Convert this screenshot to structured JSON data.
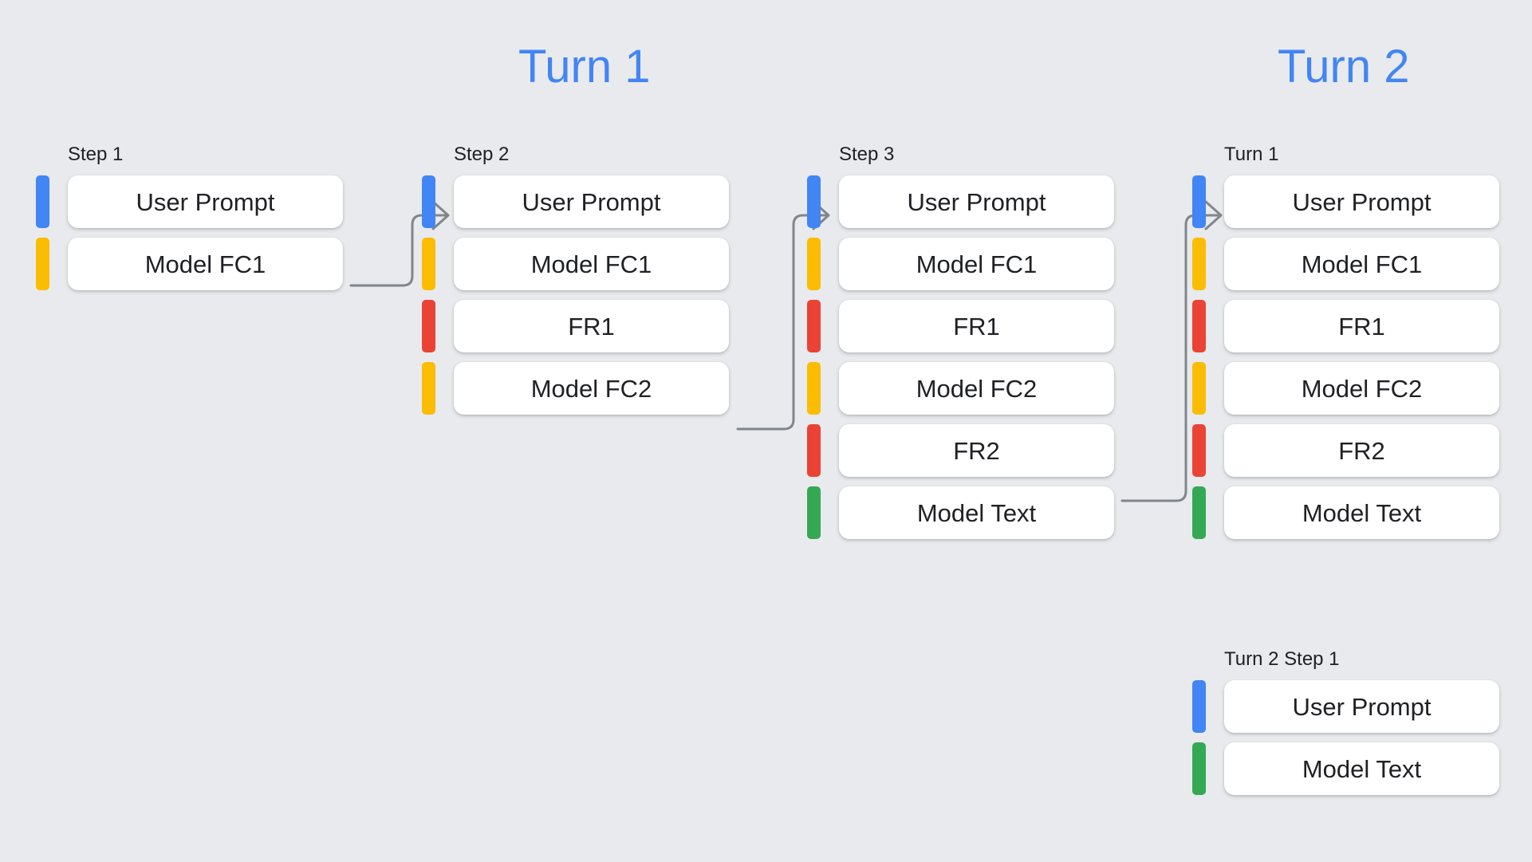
{
  "background_color": "#E8EAED",
  "palette": {
    "blue": "#4285F4",
    "yellow": "#FBBC04",
    "red": "#EA4335",
    "green": "#34A853",
    "connector": "#80868B",
    "card_bg": "#FFFFFF",
    "text": "#202124",
    "title": "#4285F4"
  },
  "titles": {
    "turn1": "Turn 1",
    "turn2": "Turn 2"
  },
  "columns": [
    {
      "label": "Step 1",
      "rows": [
        {
          "text": "User Prompt",
          "color": "#4285F4",
          "kind": "user-prompt"
        },
        {
          "text": "Model FC1",
          "color": "#FBBC04",
          "kind": "model-function-call"
        }
      ]
    },
    {
      "label": "Step 2",
      "rows": [
        {
          "text": "User Prompt",
          "color": "#4285F4",
          "kind": "user-prompt"
        },
        {
          "text": "Model FC1",
          "color": "#FBBC04",
          "kind": "model-function-call"
        },
        {
          "text": "FR1",
          "color": "#EA4335",
          "kind": "function-response"
        },
        {
          "text": "Model FC2",
          "color": "#FBBC04",
          "kind": "model-function-call"
        }
      ]
    },
    {
      "label": "Step 3",
      "rows": [
        {
          "text": "User Prompt",
          "color": "#4285F4",
          "kind": "user-prompt"
        },
        {
          "text": "Model FC1",
          "color": "#FBBC04",
          "kind": "model-function-call"
        },
        {
          "text": "FR1",
          "color": "#EA4335",
          "kind": "function-response"
        },
        {
          "text": "Model FC2",
          "color": "#FBBC04",
          "kind": "model-function-call"
        },
        {
          "text": "FR2",
          "color": "#EA4335",
          "kind": "function-response"
        },
        {
          "text": "Model Text",
          "color": "#34A853",
          "kind": "model-text"
        }
      ]
    },
    {
      "label": "Turn 1",
      "rows": [
        {
          "text": "User Prompt",
          "color": "#4285F4",
          "kind": "user-prompt"
        },
        {
          "text": "Model FC1",
          "color": "#FBBC04",
          "kind": "model-function-call"
        },
        {
          "text": "FR1",
          "color": "#EA4335",
          "kind": "function-response"
        },
        {
          "text": "Model FC2",
          "color": "#FBBC04",
          "kind": "model-function-call"
        },
        {
          "text": "FR2",
          "color": "#EA4335",
          "kind": "function-response"
        },
        {
          "text": "Model Text",
          "color": "#34A853",
          "kind": "model-text"
        }
      ]
    },
    {
      "label": "Turn 2 Step 1",
      "rows": [
        {
          "text": "User Prompt",
          "color": "#4285F4",
          "kind": "user-prompt"
        },
        {
          "text": "Model Text",
          "color": "#34A853",
          "kind": "model-text"
        }
      ]
    }
  ],
  "connectors": [
    {
      "from": "step1-model-fc1",
      "to": "step2-user-prompt"
    },
    {
      "from": "step2-model-fc2",
      "to": "step3-user-prompt"
    },
    {
      "from": "step3-fr2",
      "to": "turn1-user-prompt"
    }
  ]
}
